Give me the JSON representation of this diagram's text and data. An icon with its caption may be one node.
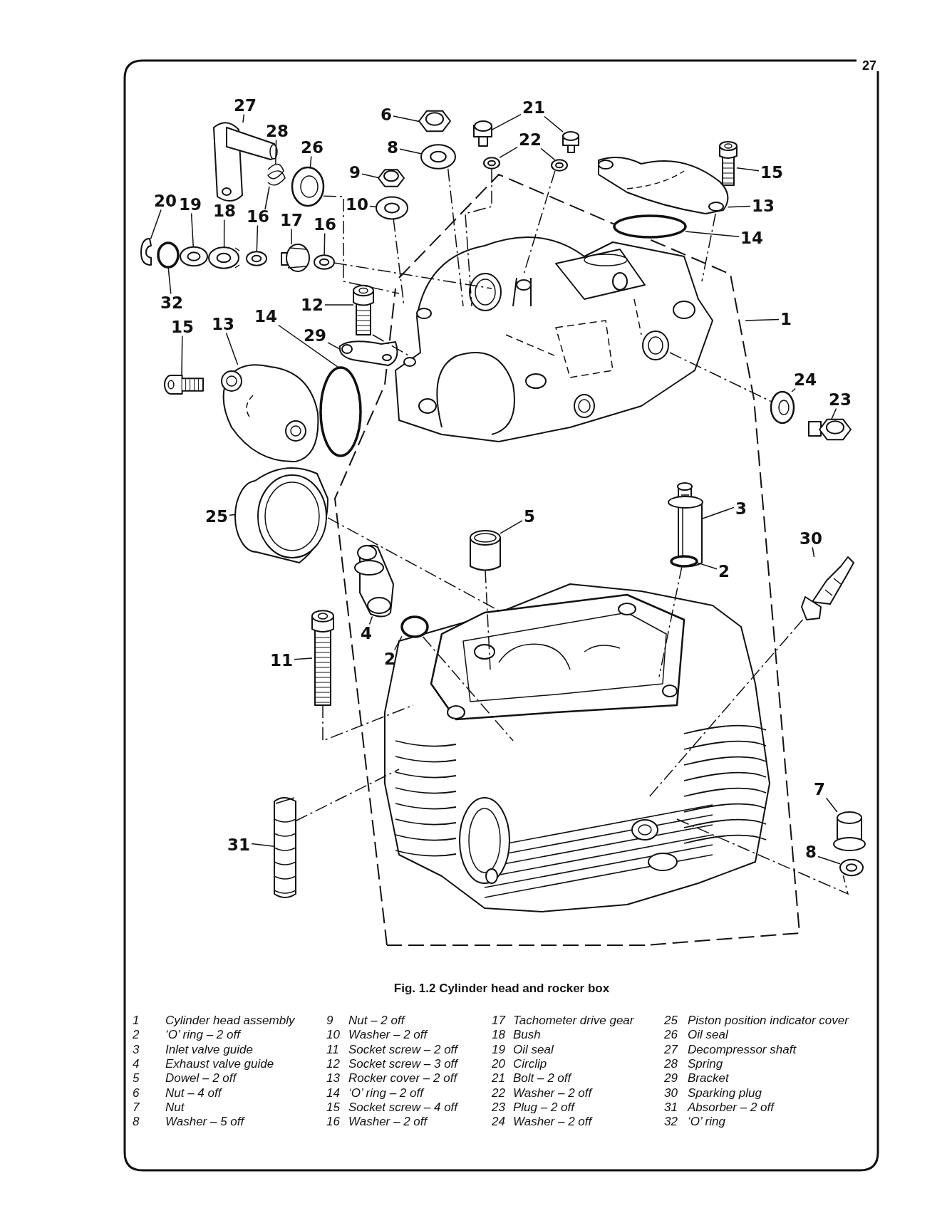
{
  "diagram": {
    "caption": "Fig. 1.2 Cylinder head and rocker box",
    "nodes": [
      {
        "text": [
          "27"
        ]
      },
      {
        "text": [
          "6"
        ]
      },
      {
        "text": [
          "21"
        ]
      },
      {
        "text": [
          "28"
        ]
      },
      {
        "text": [
          "26"
        ]
      },
      {
        "text": [
          "8"
        ]
      },
      {
        "text": [
          "22"
        ]
      },
      {
        "text": [
          "9"
        ]
      },
      {
        "text": [
          "15"
        ]
      },
      {
        "text": [
          "10"
        ]
      },
      {
        "text": [
          "13"
        ]
      },
      {
        "text": [
          "20"
        ]
      },
      {
        "text": [
          "19"
        ]
      },
      {
        "text": [
          "18"
        ]
      },
      {
        "text": [
          "16"
        ]
      },
      {
        "text": [
          "17"
        ]
      },
      {
        "text": [
          "16"
        ]
      },
      {
        "text": [
          "14"
        ]
      },
      {
        "text": [
          "32"
        ]
      },
      {
        "text": [
          "12"
        ]
      },
      {
        "text": [
          "15"
        ]
      },
      {
        "text": [
          "13"
        ]
      },
      {
        "text": [
          "14"
        ]
      },
      {
        "text": [
          "29"
        ]
      },
      {
        "text": [
          "1"
        ]
      },
      {
        "text": [
          "24"
        ]
      },
      {
        "text": [
          "23"
        ]
      },
      {
        "text": [
          "25"
        ]
      },
      {
        "text": [
          "5"
        ]
      },
      {
        "text": [
          "3"
        ]
      },
      {
        "text": [
          "30"
        ]
      },
      {
        "text": [
          "2"
        ]
      },
      {
        "text": [
          "4"
        ]
      },
      {
        "text": [
          "2"
        ]
      },
      {
        "text": [
          "11"
        ]
      },
      {
        "text": [
          "31"
        ]
      },
      {
        "text": [
          "7"
        ]
      },
      {
        "text": [
          "8"
        ]
      },
      {
        "text": [],
        "shape": "picture"
      },
      {
        "text": [],
        "shape": "picture"
      },
      {
        "text": [],
        "shape": "picture"
      },
      {
        "text": [],
        "shape": "picture"
      },
      {
        "text": [],
        "shape": "picture"
      },
      {
        "text": [],
        "shape": "picture"
      },
      {
        "text": [],
        "shape": "picture"
      },
      {
        "text": [],
        "shape": "picture"
      },
      {
        "text": [],
        "shape": "picture"
      },
      {
        "text": [],
        "shape": "picture"
      },
      {
        "text": [],
        "shape": "picture"
      },
      {
        "text": [],
        "shape": "picture"
      },
      {
        "text": [],
        "shape": "picture"
      },
      {
        "text": [],
        "shape": "picture"
      },
      {
        "text": [],
        "shape": "picture"
      },
      {
        "text": [],
        "shape": "picture"
      },
      {
        "text": [],
        "shape": "picture"
      },
      {
        "text": [],
        "shape": "picture"
      },
      {
        "text": [],
        "shape": "picture"
      },
      {
        "text": [],
        "shape": "circle"
      },
      {
        "text": [],
        "shape": "circle"
      },
      {
        "text": [],
        "shape": "picture"
      },
      {
        "text": [],
        "shape": "picture"
      },
      {
        "text": [],
        "shape": "picture"
      },
      {
        "text": [],
        "shape": "circle"
      },
      {
        "text": [],
        "shape": "picture"
      },
      {
        "text": [],
        "shape": "picture"
      },
      {
        "text": [],
        "shape": "picture"
      },
      {
        "text": [],
        "shape": "picture"
      },
      {
        "text": [],
        "shape": "cylinder"
      },
      {
        "text": [],
        "shape": "picture"
      },
      {
        "text": [],
        "shape": "picture"
      },
      {
        "text": [],
        "shape": "circle"
      },
      {
        "text": [],
        "shape": "picture"
      },
      {
        "text": [],
        "shape": "circle"
      },
      {
        "text": [],
        "shape": "picture"
      },
      {
        "text": [],
        "shape": "picture"
      },
      {
        "text": [],
        "shape": "picture"
      },
      {
        "text": [],
        "shape": "picture"
      },
      {
        "text": [],
        "shape": "picture"
      },
      {
        "text": [],
        "shape": "picture"
      }
    ],
    "edges": [
      {
        "from": 0,
        "to": 38,
        "arrow": "none"
      },
      {
        "from": 1,
        "to": 39,
        "arrow": "none"
      },
      {
        "from": 2,
        "to": 40,
        "arrow": "none"
      },
      {
        "from": 2,
        "to": 41,
        "arrow": "none"
      },
      {
        "from": 3,
        "to": 42,
        "arrow": "none"
      },
      {
        "from": 4,
        "to": 43,
        "arrow": "none"
      },
      {
        "from": 5,
        "to": 44,
        "arrow": "none"
      },
      {
        "from": 6,
        "to": 45,
        "arrow": "none"
      },
      {
        "from": 6,
        "to": 46,
        "arrow": "none"
      },
      {
        "from": 7,
        "to": 47,
        "arrow": "none"
      },
      {
        "from": 8,
        "to": 48,
        "arrow": "none"
      },
      {
        "from": 9,
        "to": 49,
        "arrow": "none"
      },
      {
        "from": 10,
        "to": 50,
        "arrow": "none"
      },
      {
        "from": 11,
        "to": 51,
        "arrow": "none"
      },
      {
        "from": 12,
        "to": 52,
        "arrow": "none"
      },
      {
        "from": 13,
        "to": 53,
        "arrow": "none"
      },
      {
        "from": 14,
        "to": 54,
        "arrow": "none"
      },
      {
        "from": 15,
        "to": 55,
        "arrow": "none"
      },
      {
        "from": 16,
        "to": 56,
        "arrow": "none"
      },
      {
        "from": 17,
        "to": 57,
        "arrow": "none"
      },
      {
        "from": 18,
        "to": 58,
        "arrow": "none"
      },
      {
        "from": 19,
        "to": 59,
        "arrow": "none"
      },
      {
        "from": 20,
        "to": 60,
        "arrow": "none"
      },
      {
        "from": 21,
        "to": 61,
        "arrow": "none"
      },
      {
        "from": 22,
        "to": 62,
        "arrow": "none"
      },
      {
        "from": 23,
        "to": 63,
        "arrow": "none"
      },
      {
        "from": 24,
        "to": null,
        "arrow": "none"
      },
      {
        "from": 25,
        "to": 64,
        "arrow": "none"
      },
      {
        "from": 26,
        "to": 65,
        "arrow": "none"
      },
      {
        "from": 27,
        "to": 66,
        "arrow": "none"
      },
      {
        "from": 28,
        "to": 67,
        "arrow": "none"
      },
      {
        "from": 29,
        "to": 68,
        "arrow": "none"
      },
      {
        "from": 30,
        "to": 69,
        "arrow": "none"
      },
      {
        "from": 31,
        "to": 70,
        "arrow": "none"
      },
      {
        "from": 32,
        "to": 71,
        "arrow": "none"
      },
      {
        "from": 33,
        "to": 72,
        "arrow": "none"
      },
      {
        "from": 34,
        "to": 73,
        "arrow": "none"
      },
      {
        "from": 35,
        "to": 74,
        "arrow": "none"
      },
      {
        "from": 36,
        "to": 75,
        "arrow": "none"
      },
      {
        "from": 37,
        "to": 76,
        "arrow": "none"
      },
      {
        "from": 56,
        "to": 77,
        "arrow": "none",
        "style": "dashed"
      },
      {
        "from": 43,
        "to": 77,
        "arrow": "none",
        "style": "dashed"
      },
      {
        "from": 49,
        "to": 77,
        "arrow": "none",
        "style": "dashed"
      },
      {
        "from": 44,
        "to": 77,
        "arrow": "none",
        "style": "dashed"
      },
      {
        "from": 45,
        "to": 77,
        "arrow": "none",
        "style": "dashed"
      },
      {
        "from": 46,
        "to": 77,
        "arrow": "none",
        "style": "dashed"
      },
      {
        "from": 50,
        "to": 77,
        "arrow": "none",
        "style": "dashed"
      },
      {
        "from": 77,
        "to": 64,
        "arrow": "none",
        "style": "dashed"
      },
      {
        "from": 59,
        "to": 77,
        "arrow": "none",
        "style": "dashed"
      },
      {
        "from": 66,
        "to": 78,
        "arrow": "none",
        "style": "dashed"
      },
      {
        "from": 67,
        "to": 78,
        "arrow": "none",
        "style": "dashed"
      },
      {
        "from": 70,
        "to": 78,
        "arrow": "none",
        "style": "dashed"
      },
      {
        "from": 69,
        "to": 78,
        "arrow": "none",
        "style": "dashed"
      },
      {
        "from": 72,
        "to": 78,
        "arrow": "none",
        "style": "dashed"
      },
      {
        "from": 73,
        "to": 78,
        "arrow": "none",
        "style": "dashed"
      },
      {
        "from": 74,
        "to": 78,
        "arrow": "none",
        "style": "dashed"
      },
      {
        "from": 78,
        "to": 76,
        "arrow": "none",
        "style": "dashed"
      }
    ],
    "labels": [
      "27",
      "1",
      "Cylinder head assembly",
      "9",
      "Nut – 2 off",
      "17",
      "Tachometer drive gear",
      "25",
      "Piston position indicator cover",
      "2",
      "‘O’ ring – 2 off",
      "10",
      "Washer – 2 off",
      "18",
      "Bush",
      "26",
      "Oil seal",
      "3",
      "Inlet valve guide",
      "11",
      "Socket screw – 2 off",
      "19",
      "Oil seal",
      "27",
      "Decompressor shaft",
      "4",
      "Exhaust valve guide",
      "12",
      "Socket screw – 3 off",
      "20",
      "Circlip",
      "28",
      "Spring",
      "5",
      "Dowel – 2 off",
      "13",
      "Rocker cover – 2 off",
      "21",
      "Bolt – 2 off",
      "29",
      "Bracket",
      "6",
      "Nut – 4 off",
      "14",
      "‘O’ ring – 2 off",
      "22",
      "Washer – 2 off",
      "30",
      "Sparking plug",
      "7",
      "Nut",
      "15",
      "Socket screw – 4 off",
      "23",
      "Plug – 2 off",
      "31",
      "Absorber – 2 off",
      "8",
      "Washer – 5 off",
      "16",
      "Washer – 2 off",
      "24",
      "Washer – 2 off",
      "32",
      "‘O’ ring"
    ]
  }
}
